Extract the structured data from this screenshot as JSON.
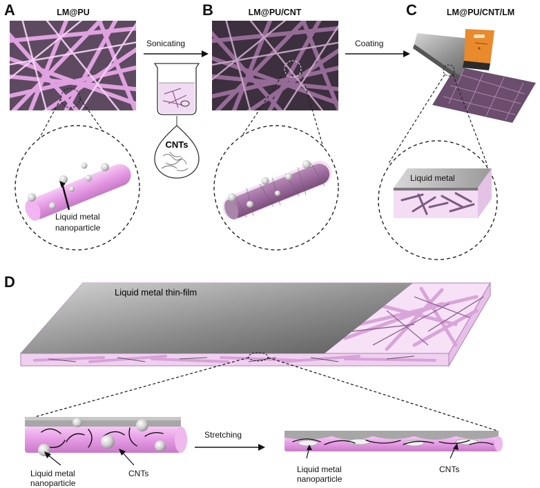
{
  "panels": {
    "a": {
      "letter": "A",
      "title": "LM@PU",
      "label_line1": "Liquid metal",
      "label_line2": "nanoparticle"
    },
    "b": {
      "letter": "B",
      "title": "LM@PU/CNT"
    },
    "c": {
      "letter": "C",
      "title": "LM@PU/CNT/LM",
      "label": "Liquid metal"
    },
    "d": {
      "letter": "D",
      "film_label": "Liquid metal thin-film",
      "step": "Stretching",
      "left_np_line1": "Liquid metal",
      "left_np_line2": "nanoparticle",
      "left_cnt": "CNTs",
      "right_np_line1": "Liquid metal",
      "right_np_line2": "nanoparticle",
      "right_cnt": "CNTs"
    }
  },
  "steps": {
    "sonicating": "Sonicating",
    "coating": "Coating",
    "cnts": "CNTs"
  },
  "colors": {
    "fiber_pink": "#e9a3e8",
    "fiber_dark": "#8a5a8c",
    "metal_gray": "#9a9a9a",
    "orange": "#e98a2c"
  }
}
